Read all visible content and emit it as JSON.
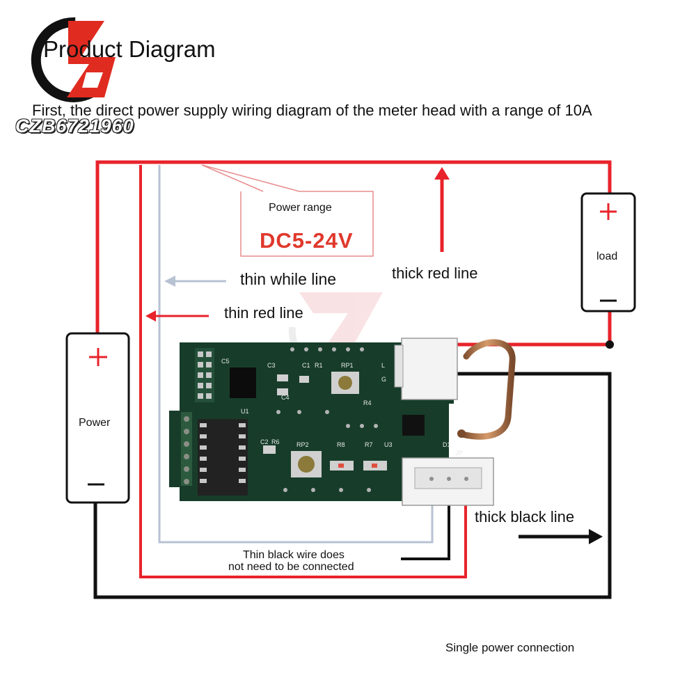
{
  "title": "Product Diagram",
  "subtitle": "First, the direct power supply wiring diagram of the meter head with a range of 10A",
  "watermark": {
    "text": "CZB6721960"
  },
  "callout": {
    "label": "Power range",
    "value": "DC5-24V"
  },
  "wires": {
    "thin_white": "thin while line",
    "thin_red": "thin red line",
    "thick_red": "thick red line",
    "thick_black": "thick black line",
    "thin_black_note_line1": "Thin black wire does",
    "thin_black_note_line2": "not need to be connected"
  },
  "load": {
    "label": "load",
    "plus": "+",
    "minus": "−"
  },
  "power": {
    "label": "Power",
    "plus": "+",
    "minus": "−"
  },
  "footer": "Single power connection",
  "board_labels": [
    "C5",
    "C3",
    "C1",
    "R1",
    "RP1",
    "L",
    "G",
    "C4",
    "R4",
    "U1",
    "C2",
    "R6",
    "RP2",
    "R8",
    "R7",
    "U3",
    "D1",
    "JP"
  ],
  "colors": {
    "red_wire": "#e8232b",
    "black_wire": "#111111",
    "white_wire": "#b7c2d3",
    "pcb": "#173d2a",
    "accent_text": "#e0382c",
    "logo_red": "#e02b20"
  }
}
